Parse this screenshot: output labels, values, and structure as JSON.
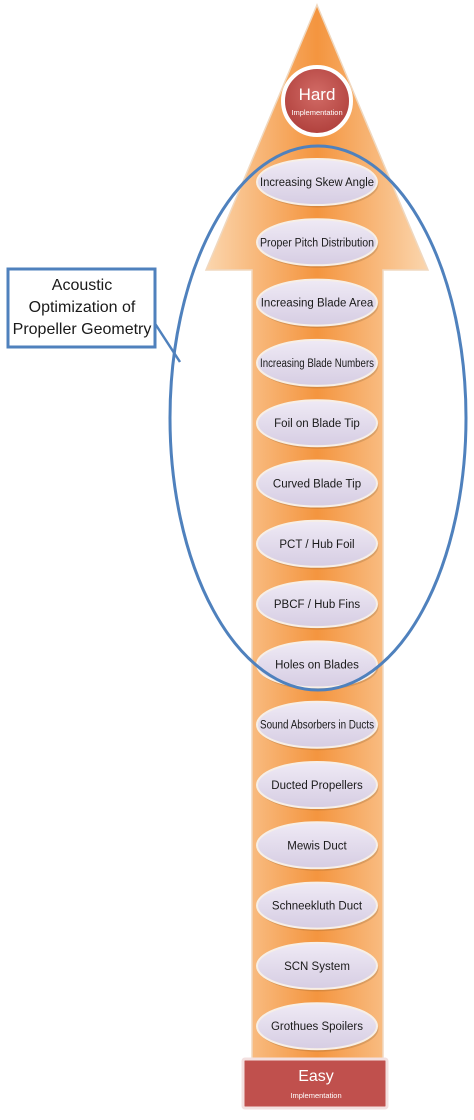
{
  "top_marker": {
    "title": "Hard",
    "subtitle": "Implementation"
  },
  "bottom_marker": {
    "title": "Easy",
    "subtitle": "Implementation"
  },
  "callout": {
    "lines": [
      "Acoustic",
      "Optimization of",
      "Propeller Geometry"
    ]
  },
  "items": [
    "Increasing Skew Angle",
    "Proper Pitch Distribution",
    "Increasing Blade Area",
    "Increasing Blade Numbers",
    "Foil on Blade Tip",
    "Curved Blade Tip",
    "PCT / Hub Foil",
    "PBCF / Hub Fins",
    "Holes on Blades",
    "Sound Absorbers in Ducts",
    "Ducted Propellers",
    "Mewis Duct",
    "Schneekluth Duct",
    "SCN System",
    "Grothues Spoilers"
  ],
  "colors": {
    "arrow_light": "#fbd2a6",
    "arrow_dark": "#f28e3d",
    "item_fill": "#e2dbec",
    "marker_red": "#c0504d",
    "ellipse_stroke": "#4f81bd"
  }
}
